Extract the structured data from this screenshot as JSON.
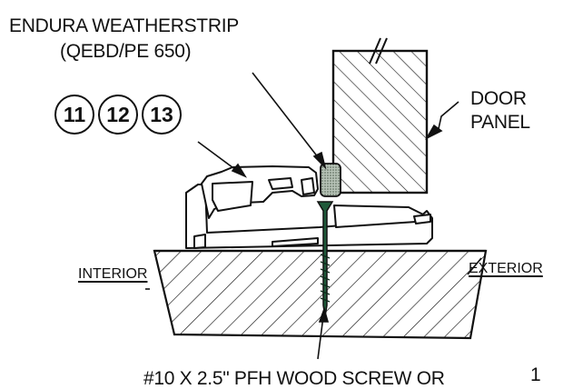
{
  "labels": {
    "weatherstrip_line1": "ENDURA WEATHERSTRIP",
    "weatherstrip_line2": "(QEBD/PE 650)",
    "door_line1": "DOOR",
    "door_line2": "PANEL",
    "interior": "INTERIOR",
    "exterior": "EXTERIOR",
    "screw": "#10 X 2.5\" PFH WOOD SCREW OR",
    "page_number": "1"
  },
  "callouts": [
    "11",
    "12",
    "13"
  ],
  "colors": {
    "line": "#111111",
    "weatherstrip_fill": "#9aa89a",
    "screw_fill": "#1f5a3a",
    "background": "#ffffff"
  }
}
